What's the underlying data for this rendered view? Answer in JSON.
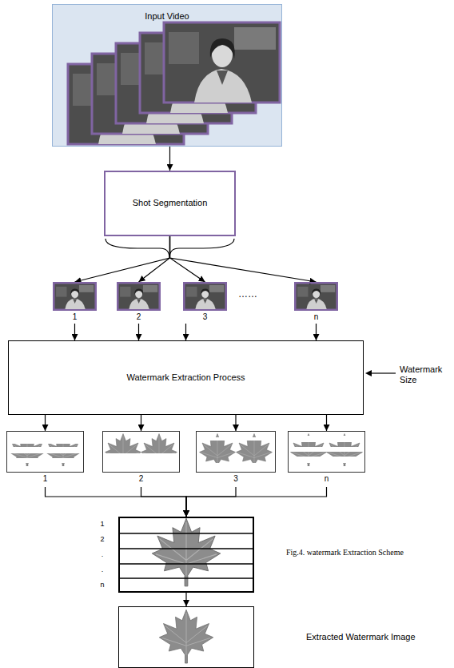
{
  "diagram": {
    "caption": "Fig.4. watermark Extraction Scheme",
    "nodes": [
      {
        "text": [
          "Input Video"
        ]
      },
      {
        "text": [
          "Shot Segmentation"
        ]
      },
      {
        "text": [
          "1"
        ]
      },
      {
        "text": [
          "2"
        ]
      },
      {
        "text": [
          "3"
        ]
      },
      {
        "text": [
          "n"
        ]
      },
      {
        "text": [
          "Watermark Extraction Process"
        ]
      },
      {
        "text": [
          "1"
        ]
      },
      {
        "text": [
          "2"
        ]
      },
      {
        "text": [
          "3"
        ]
      },
      {
        "text": [
          "n"
        ]
      },
      {
        "text": [
          "1",
          "2",
          ".",
          ".",
          "n"
        ]
      },
      {
        "text": [
          "Extracted Watermark Image"
        ]
      }
    ],
    "edges": [
      {
        "from": 0,
        "to": 1,
        "arrow": "to"
      },
      {
        "from": 1,
        "to": 2,
        "arrow": "to"
      },
      {
        "from": 1,
        "to": 3,
        "arrow": "to"
      },
      {
        "from": 1,
        "to": 4,
        "arrow": "to"
      },
      {
        "from": 1,
        "to": 5,
        "arrow": "to"
      },
      {
        "from": 2,
        "to": 6,
        "arrow": "to"
      },
      {
        "from": 3,
        "to": 6,
        "arrow": "to"
      },
      {
        "from": 4,
        "to": 6,
        "arrow": "to"
      },
      {
        "from": 5,
        "to": 6,
        "arrow": "to"
      },
      {
        "from": 6,
        "to": 7,
        "arrow": "to"
      },
      {
        "from": 6,
        "to": 8,
        "arrow": "to"
      },
      {
        "from": 6,
        "to": 9,
        "arrow": "to"
      },
      {
        "from": 6,
        "to": 10,
        "arrow": "to"
      },
      {
        "from": 7,
        "to": 11,
        "arrow": "to"
      },
      {
        "from": 8,
        "to": 11,
        "arrow": "to"
      },
      {
        "from": 9,
        "to": 11,
        "arrow": "to"
      },
      {
        "from": 10,
        "to": 11,
        "arrow": "to"
      },
      {
        "from": 11,
        "to": 12,
        "arrow": "to"
      }
    ],
    "labels": [
      "……",
      "Watermark Size"
    ]
  }
}
